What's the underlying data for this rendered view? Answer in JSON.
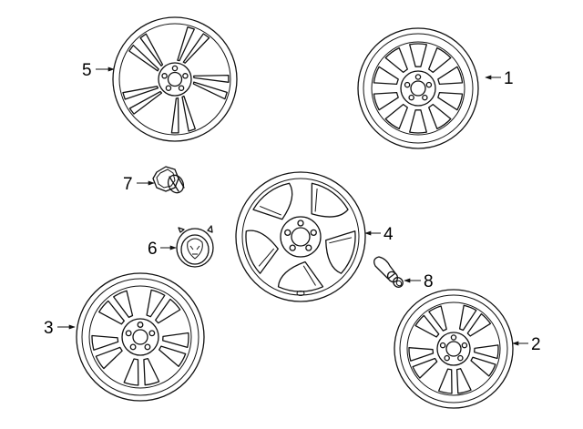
{
  "parts": [
    {
      "id": "wheel-1",
      "callout": "1",
      "kind": "wheel-10-spoke"
    },
    {
      "id": "wheel-2",
      "callout": "2",
      "kind": "wheel-5-split"
    },
    {
      "id": "wheel-3",
      "callout": "3",
      "kind": "wheel-5-split"
    },
    {
      "id": "wheel-4",
      "callout": "4",
      "kind": "wheel-5-spoke"
    },
    {
      "id": "wheel-5",
      "callout": "5",
      "kind": "wheel-5-twin"
    },
    {
      "id": "center-cap",
      "callout": "6",
      "kind": "center-cap"
    },
    {
      "id": "lug-nut",
      "callout": "7",
      "kind": "lug-nut"
    },
    {
      "id": "valve-stem",
      "callout": "8",
      "kind": "valve-stem"
    }
  ]
}
